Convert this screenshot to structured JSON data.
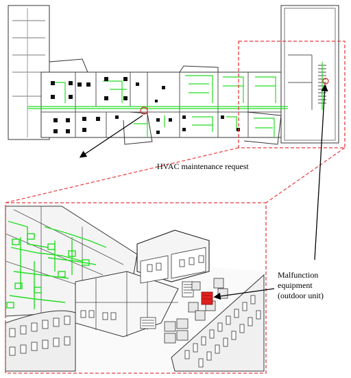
{
  "annotations": {
    "hvac_request": "HVAC maintenance request",
    "malfunction": [
      "Malfunction",
      "equipment",
      "(outdoor unit)"
    ]
  },
  "colors": {
    "highlight_dash": "#e8383d",
    "hvac_duct": "#22dd22",
    "malfunction_unit": "#e02020",
    "walls": "#222222",
    "background": "#ffffff"
  },
  "panels": {
    "top": "2D floor plan with HVAC layout",
    "bottom": "3D model detail view of highlighted area"
  }
}
